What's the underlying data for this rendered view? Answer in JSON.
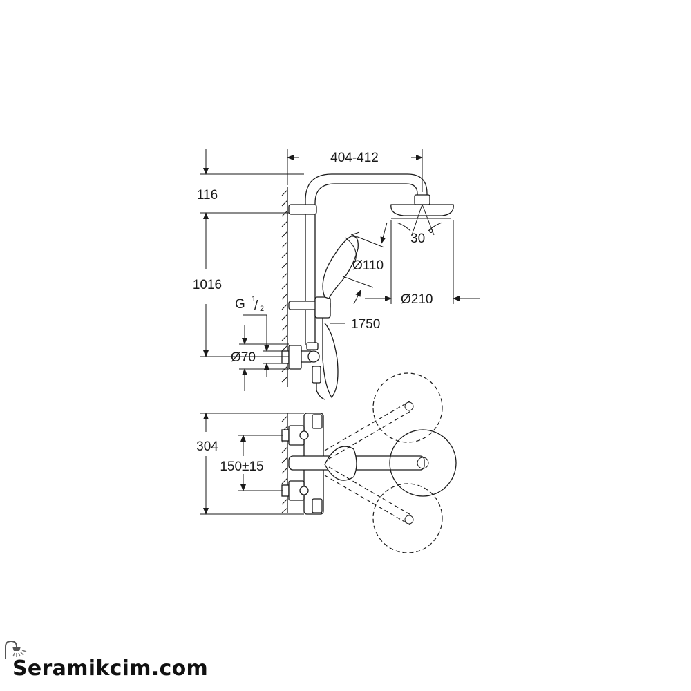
{
  "dimensions": {
    "width_range": "404-412",
    "top_height": "116",
    "total_height": "1016",
    "connection": "G",
    "connection_num": "1",
    "connection_den": "2",
    "outlet_diameter": "Ø70",
    "hand_shower_diameter": "Ø110",
    "head_shower_diameter": "Ø210",
    "hose_length": "1750",
    "tilt_angle": "30",
    "tilt_unit": "°",
    "mixer_height": "304",
    "centers": "150±15"
  },
  "brand": {
    "name": "Seramikcim.com",
    "icon": "shower-head-icon"
  }
}
